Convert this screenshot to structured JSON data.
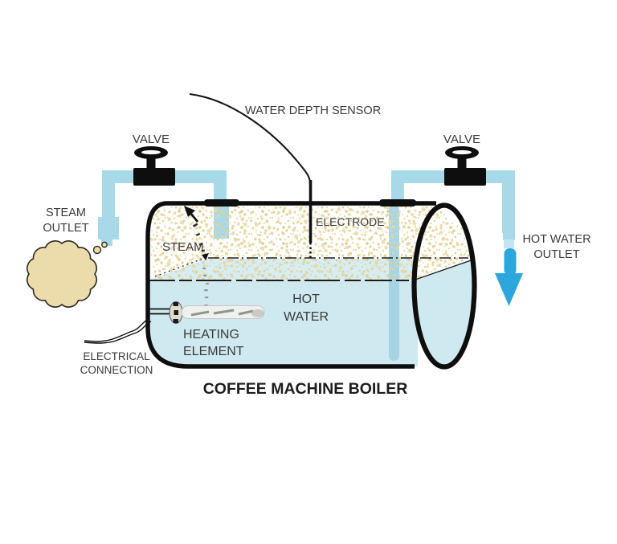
{
  "title": "COFFEE MACHINE BOILER",
  "labels": {
    "water_depth_sensor": "WATER DEPTH SENSOR",
    "valve_left": "VALVE",
    "valve_right": "VALVE",
    "steam_outlet": [
      "STEAM",
      "OUTLET"
    ],
    "hot_water_outlet": [
      "HOT WATER",
      "OUTLET"
    ],
    "electrode": "ELECTRODE",
    "steam": "STEAM",
    "hot_water": [
      "HOT",
      "WATER"
    ],
    "heating_element": [
      "HEATING",
      "ELEMENT"
    ],
    "electrical_connection": [
      "ELECTRICAL",
      "CONNECTION"
    ]
  },
  "colors": {
    "pipe_blue": "#a7d9e9",
    "arrow_blue": "#2ba7dd",
    "water_blue": "#cfe9f1",
    "speckle_tan": "#e4d49c",
    "cloud_tan": "#ecdcab",
    "outline_black": "#0e0e0e",
    "label_gray": "#3a3a3a"
  }
}
